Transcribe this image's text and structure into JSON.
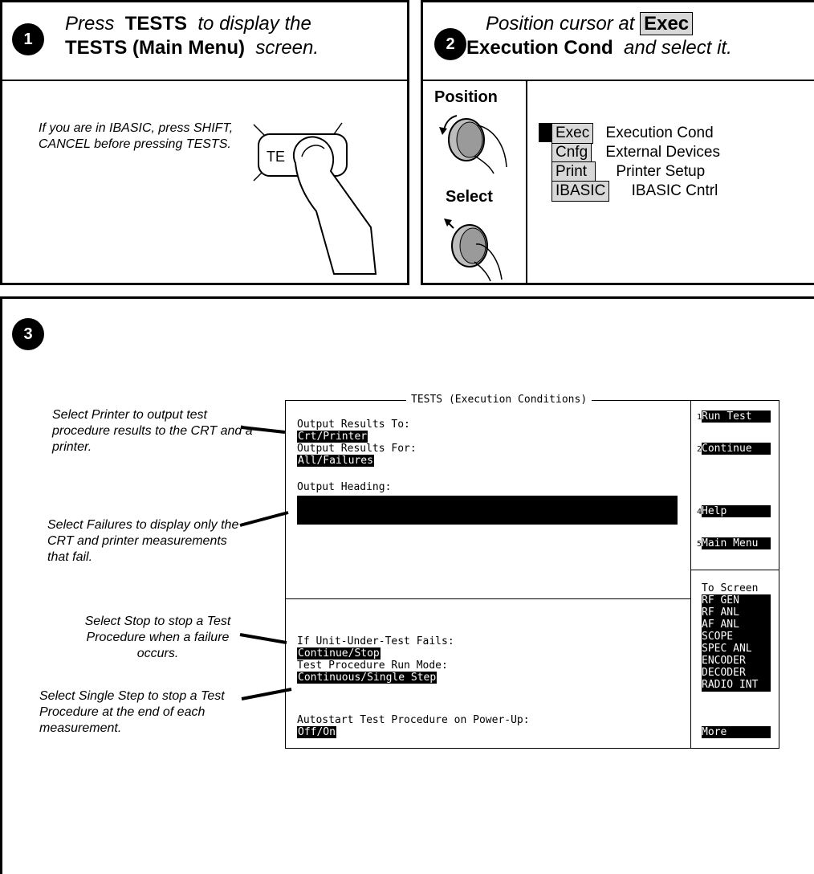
{
  "step1": {
    "number": "1",
    "title_l1_a": "Press",
    "title_l1_key": "TESTS",
    "title_l1_b": "to display the",
    "title_l2_a": "TESTS (Main Menu)",
    "title_l2_b": "screen.",
    "note": "If you are in IBASIC, press SHIFT, CANCEL before pressing TESTS.",
    "key_label": "TE"
  },
  "step2": {
    "number": "2",
    "title_l1_a": "Position cursor at",
    "title_l1_key": "Exec",
    "title_l2_a": "Execution Cond",
    "title_l2_b": "and select it.",
    "position_label": "Position",
    "select_label": "Select",
    "menu": [
      {
        "key": "Exec",
        "desc": "Execution Cond"
      },
      {
        "key": "Cnfg",
        "desc": "External Devices"
      },
      {
        "key": "Print",
        "desc": "Printer Setup"
      },
      {
        "key": "IBASIC",
        "desc": "IBASIC Cntrl"
      }
    ]
  },
  "step3": {
    "number": "3",
    "notes": [
      "Select Printer to output test procedure results to the CRT and a printer.",
      "Select Failures to display only the CRT and printer measurements that fail.",
      "Select Stop to stop a Test Procedure when a failure occurs.",
      "Select Single Step to stop a Test Procedure at the end of each measurement."
    ],
    "screen": {
      "title": "TESTS (Execution Conditions)",
      "output_results_to_label": "Output Results To:",
      "output_results_to_value": "Crt/Printer",
      "output_results_for_label": "Output Results For:",
      "output_results_for_value": "All/Failures",
      "output_heading_label": "Output Heading:",
      "uut_fails_label": "If Unit-Under-Test Fails:",
      "uut_fails_value": "Continue/Stop",
      "run_mode_label": "Test Procedure Run Mode:",
      "run_mode_value": "Continuous/Single Step",
      "autostart_label": "Autostart Test Procedure on Power-Up:",
      "autostart_value": "Off/On",
      "softkeys": [
        {
          "num": "1",
          "label": "Run Test"
        },
        {
          "num": "2",
          "label": "Continue"
        },
        {
          "num": "4",
          "label": "Help"
        },
        {
          "num": "5",
          "label": "Main Menu"
        }
      ],
      "to_screen_label": "To Screen",
      "to_screen_items": [
        "RF GEN",
        "RF ANL",
        "AF ANL",
        "SCOPE",
        "SPEC ANL",
        "ENCODER",
        "DECODER",
        "RADIO INT"
      ],
      "more_label": "More"
    }
  }
}
